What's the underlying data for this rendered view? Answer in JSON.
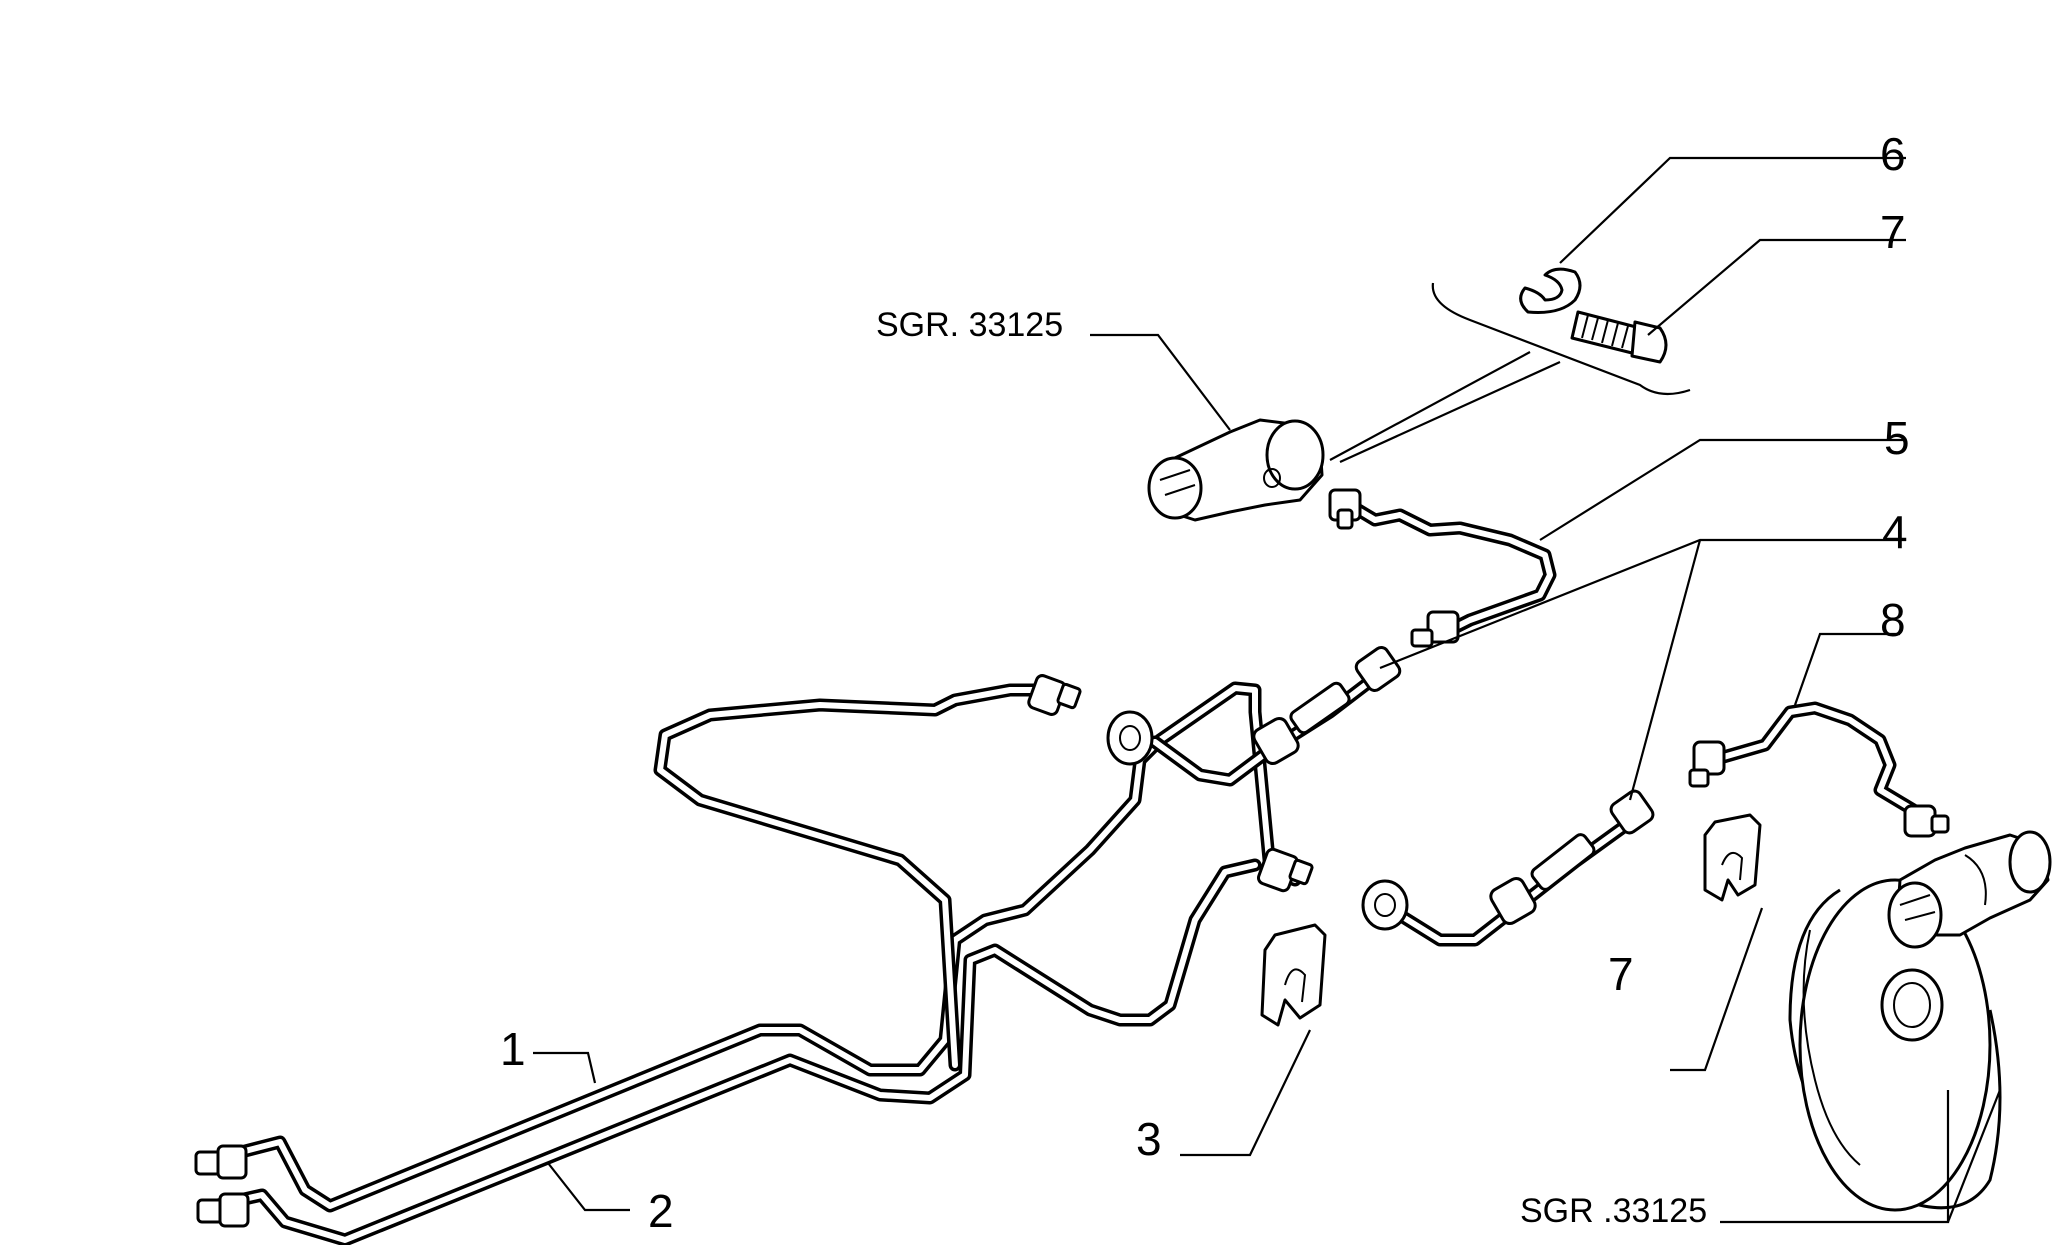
{
  "callouts": {
    "c1": "1",
    "c2": "2",
    "c3": "3",
    "c4": "4",
    "c5": "5",
    "c6": "6",
    "c7a": "7",
    "c7b": "7",
    "c8": "8"
  },
  "references": {
    "upper": "SGR. 33125",
    "lower": "SGR .33125"
  },
  "colors": {
    "line": "#000000",
    "background": "#ffffff"
  }
}
